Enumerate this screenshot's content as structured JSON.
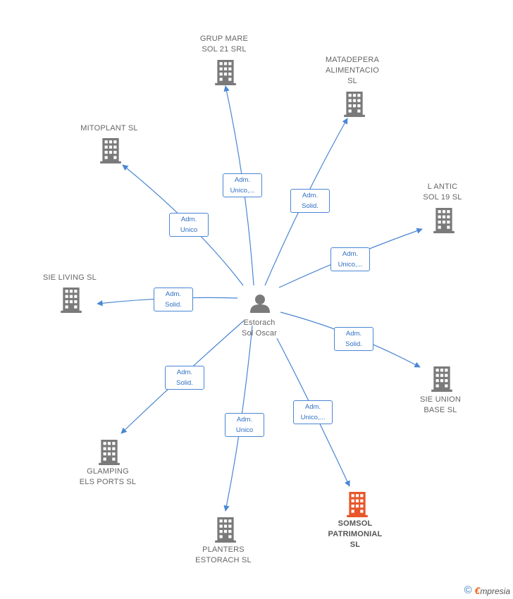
{
  "center": {
    "name": "Estorach\nSol Oscar"
  },
  "colors": {
    "edge": "#4a86d4",
    "building": "#7a7a7a",
    "highlight": "#e8562a"
  },
  "companies": [
    {
      "id": "grup-mare",
      "name": "GRUP MARE\nSOL 21 SRL",
      "role": "Adm.\nUnico,...",
      "highlight": false
    },
    {
      "id": "matadepera",
      "name": "MATADEPERA\nALIMENTACIO\nSL",
      "role": "Adm.\nSolid.",
      "highlight": false
    },
    {
      "id": "mitoplant",
      "name": "MITOPLANT SL",
      "role": "Adm.\nUnico",
      "highlight": false
    },
    {
      "id": "l-antic",
      "name": "L ANTIC\nSOL 19  SL",
      "role": "Adm.\nUnico,...",
      "highlight": false
    },
    {
      "id": "sie-living",
      "name": "SIE LIVING  SL",
      "role": "Adm.\nSolid.",
      "highlight": false
    },
    {
      "id": "sie-union",
      "name": "SIE UNION\nBASE  SL",
      "role": "Adm.\nSolid.",
      "highlight": false
    },
    {
      "id": "glamping",
      "name": "GLAMPING\nELS PORTS  SL",
      "role": "Adm.\nSolid.",
      "highlight": false
    },
    {
      "id": "planters",
      "name": "PLANTERS\nESTORACH SL",
      "role": "Adm.\nUnico",
      "highlight": false
    },
    {
      "id": "somsol",
      "name": "SOMSOL\nPATRIMONIAL\nSL",
      "role": "Adm.\nUnico,...",
      "highlight": true
    }
  ],
  "footer": {
    "copyright": "©",
    "brand_initial": "€",
    "brand_rest": "mpresia"
  }
}
